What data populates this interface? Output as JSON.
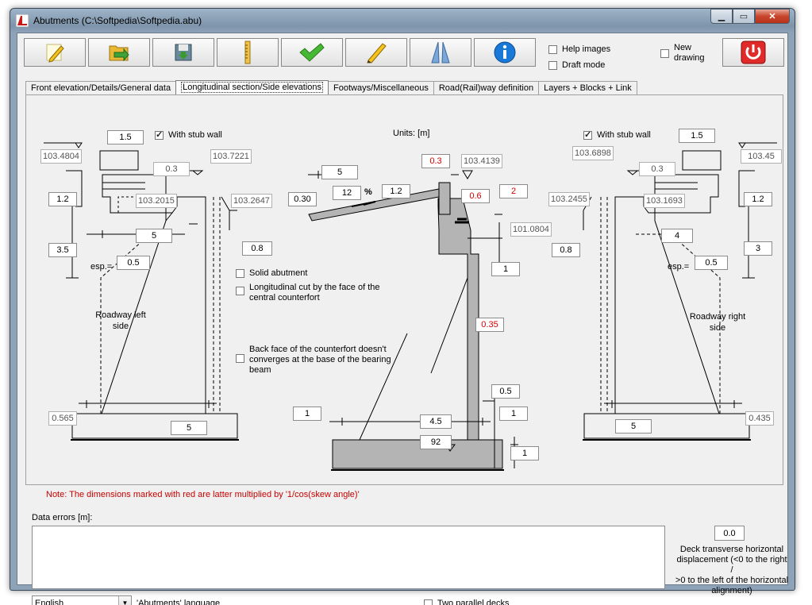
{
  "window": {
    "title": "Abutments (C:\\Softpedia\\Softpedia.abu)"
  },
  "toolbar": {
    "buttons": [
      {
        "name": "edit-button",
        "icon": "pencil-notepad-icon"
      },
      {
        "name": "open-button",
        "icon": "folder-open-icon"
      },
      {
        "name": "save-button",
        "icon": "floppy-save-icon"
      },
      {
        "name": "ruler-button",
        "icon": "ruler-icon"
      },
      {
        "name": "check-button",
        "icon": "green-check-icon"
      },
      {
        "name": "draw-button",
        "icon": "pencil-icon"
      },
      {
        "name": "mirror-button",
        "icon": "mirror-icon"
      },
      {
        "name": "info-button",
        "icon": "info-icon"
      }
    ],
    "help_images": "Help images",
    "draft_mode": "Draft mode",
    "new_drawing_1": "New",
    "new_drawing_2": "drawing"
  },
  "tabs": [
    {
      "label": "Front elevation/Details/General data"
    },
    {
      "label": "Longitudinal section/Side elevations"
    },
    {
      "label": "Footways/Miscellaneous"
    },
    {
      "label": "Road(Rail)way definition"
    },
    {
      "label": "Layers + Blocks + Link"
    }
  ],
  "panel": {
    "units": "Units: [m]",
    "with_stub_wall_left": "With stub wall",
    "with_stub_wall_right": "With stub wall",
    "solid_abutment": "Solid abutment",
    "long_cut_1": "Longitudinal cut by the face of the",
    "long_cut_2": "central counterfort",
    "back_face_1": "Back face of the counterfort doesn't",
    "back_face_2": "converges at the base of the bearing",
    "back_face_3": "beam",
    "roadway_left_1": "Roadway left",
    "roadway_left_2": "side",
    "roadway_right_1": "Roadway right",
    "roadway_right_2": "side",
    "esp_left": "esp.=",
    "esp_right": "esp.=",
    "percent": "%",
    "left": {
      "stub_w": "1.5",
      "level_a": "103.4804",
      "stub_t": "0.3",
      "level_b": "103.7221",
      "h1": "1.2",
      "level_c": "103.2015",
      "level_d": "103.2647",
      "w5": "5",
      "v08": "0.8",
      "h35": "3.5",
      "esp": "0.5",
      "bottom": "0.565",
      "base_w": "5"
    },
    "center": {
      "top03": "0.3",
      "level_e": "103.4139",
      "w5": "5",
      "slope": "12",
      "d12": "1.2",
      "d030": "0.30",
      "red06": "0.6",
      "red2": "2",
      "level_f": "101.0804",
      "v1": "1",
      "red035": "0.35",
      "v05": "0.5",
      "left1": "1",
      "w45": "4.5",
      "right1": "1",
      "angle": "92",
      "foot1": "1"
    },
    "right": {
      "level_g": "103.6898",
      "stub_w": "1.5",
      "stub_t": "0.3",
      "level_h": "103.45",
      "level_i": "103.2455",
      "level_j": "103.1693",
      "h12": "1.2",
      "v08": "0.8",
      "w4": "4",
      "h3": "3",
      "esp": "0.5",
      "base_w": "5",
      "bottom": "0.435"
    }
  },
  "note": "Note: The dimensions marked with red are latter multiplied by '1/cos(skew angle)'",
  "errors": {
    "label": "Data errors [m]:"
  },
  "deck": {
    "value": "0.0",
    "desc_1": "Deck transverse horizontal",
    "desc_2": "displacement (<0 to the right /",
    "desc_3": ">0 to the left of the horizontal",
    "desc_4": "alignment)"
  },
  "language": {
    "selected": "English",
    "label": "'Abutments' language"
  },
  "two_decks": "Two parallel decks",
  "colors": {
    "red_value": "#d40000",
    "concrete": "#b4b4b4",
    "titlebar": "#8ea3b8"
  }
}
